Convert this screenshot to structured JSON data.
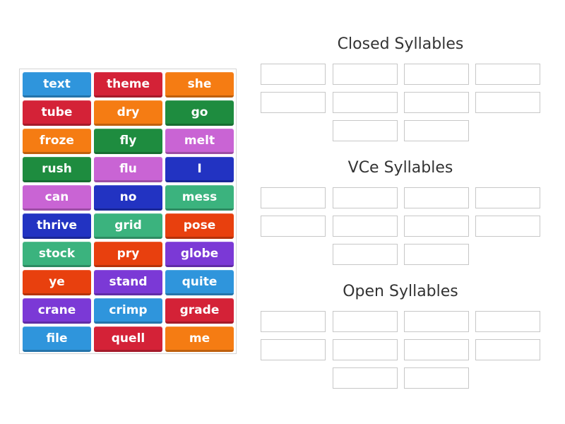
{
  "word_bank": {
    "tiles": [
      {
        "label": "text",
        "color": "#2f95dc"
      },
      {
        "label": "theme",
        "color": "#d42237"
      },
      {
        "label": "she",
        "color": "#f57c13"
      },
      {
        "label": "tube",
        "color": "#d42237"
      },
      {
        "label": "dry",
        "color": "#f57c13"
      },
      {
        "label": "go",
        "color": "#1e8c3f"
      },
      {
        "label": "froze",
        "color": "#f57c13"
      },
      {
        "label": "fly",
        "color": "#1e8c3f"
      },
      {
        "label": "melt",
        "color": "#c964d4"
      },
      {
        "label": "rush",
        "color": "#1e8c3f"
      },
      {
        "label": "flu",
        "color": "#c964d4"
      },
      {
        "label": "I",
        "color": "#2233c2"
      },
      {
        "label": "can",
        "color": "#c964d4"
      },
      {
        "label": "no",
        "color": "#2233c2"
      },
      {
        "label": "mess",
        "color": "#3bb37e"
      },
      {
        "label": "thrive",
        "color": "#2233c2"
      },
      {
        "label": "grid",
        "color": "#3bb37e"
      },
      {
        "label": "pose",
        "color": "#e8400e"
      },
      {
        "label": "stock",
        "color": "#3bb37e"
      },
      {
        "label": "pry",
        "color": "#e8400e"
      },
      {
        "label": "globe",
        "color": "#7b39d6"
      },
      {
        "label": "ye",
        "color": "#e8400e"
      },
      {
        "label": "stand",
        "color": "#7b39d6"
      },
      {
        "label": "quite",
        "color": "#2f95dc"
      },
      {
        "label": "crane",
        "color": "#7b39d6"
      },
      {
        "label": "crimp",
        "color": "#2f95dc"
      },
      {
        "label": "grade",
        "color": "#d42237"
      },
      {
        "label": "file",
        "color": "#2f95dc"
      },
      {
        "label": "quell",
        "color": "#d42237"
      },
      {
        "label": "me",
        "color": "#f57c13"
      }
    ]
  },
  "groups": [
    {
      "title": "Closed Syllables"
    },
    {
      "title": "VCe Syllables"
    },
    {
      "title": "Open Syllables"
    }
  ]
}
